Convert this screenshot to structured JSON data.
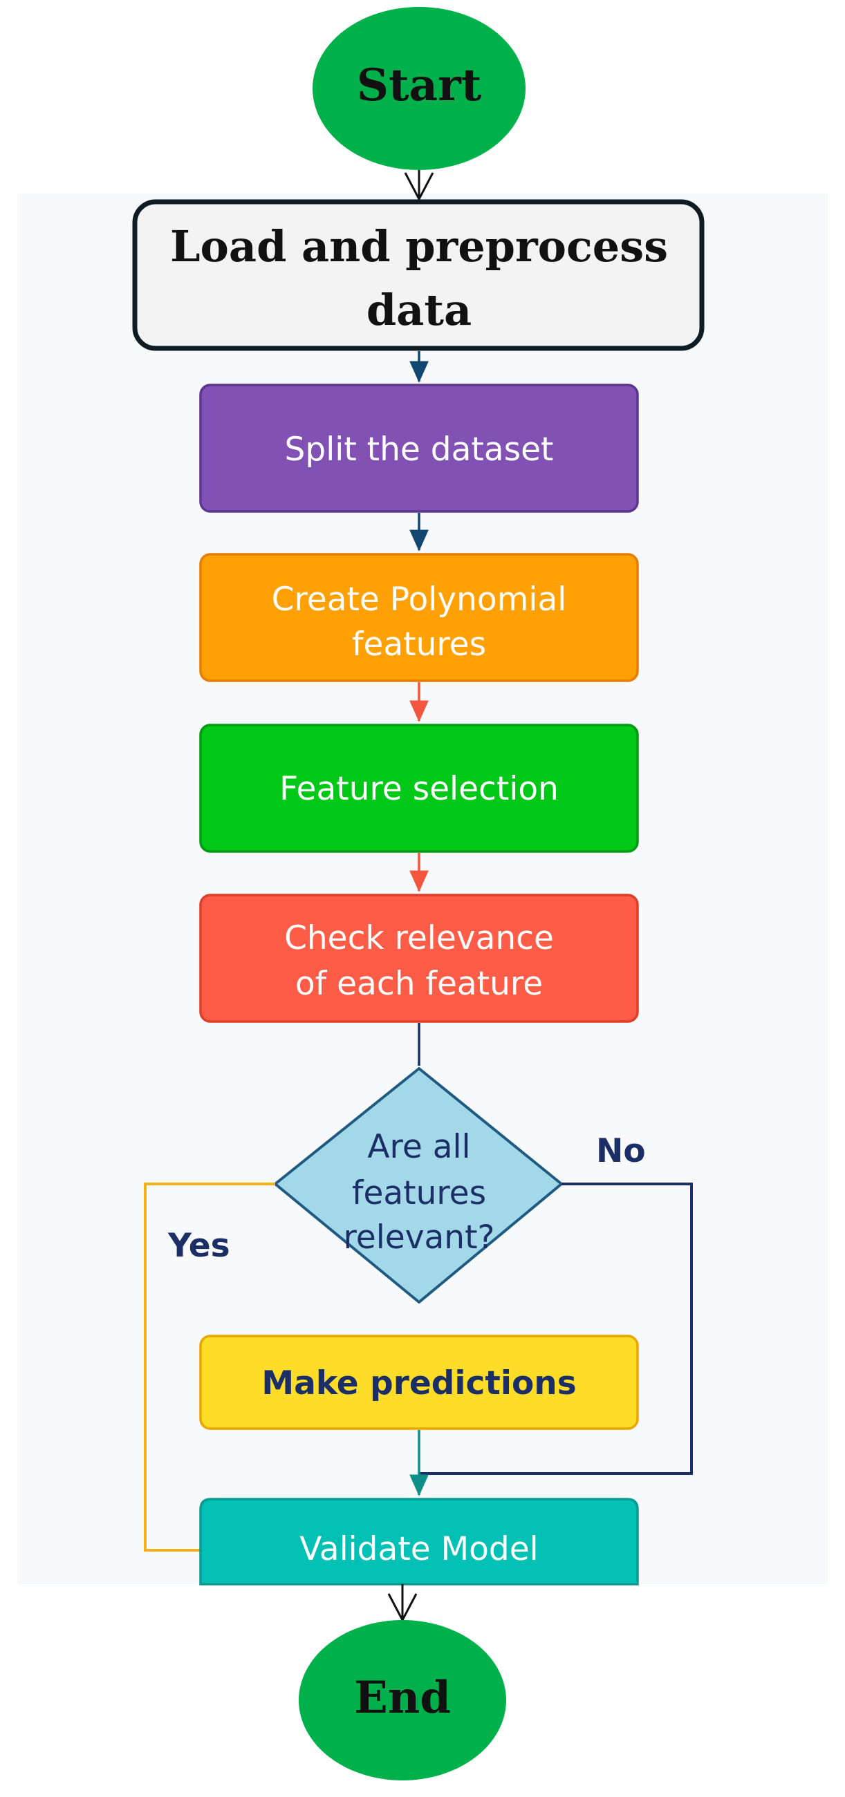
{
  "diagram": {
    "nodes": {
      "start": {
        "label": "Start",
        "shape": "ellipse",
        "fill": "#00b14b",
        "text_color": "#111111"
      },
      "load": {
        "line1": "Load and preprocess",
        "line2": "data",
        "shape": "rounded-rect",
        "fill": "#f3f3f3",
        "border": "#0f1c24",
        "text_color": "#111111"
      },
      "split": {
        "label": "Split the dataset",
        "shape": "rounded-rect",
        "fill": "#8152b4",
        "border": "#5b3690",
        "text_color": "#ffffff"
      },
      "poly": {
        "line1": "Create Polynomial",
        "line2": "features",
        "shape": "rounded-rect",
        "fill": "#ffa005",
        "border": "#e57e00",
        "text_color": "#ffffff"
      },
      "select": {
        "label": "Feature selection",
        "shape": "rounded-rect",
        "fill": "#00c817",
        "border": "#049a14",
        "text_color": "#ffffff"
      },
      "check": {
        "line1": "Check relevance",
        "line2": "of each feature",
        "shape": "rounded-rect",
        "fill": "#ff5c48",
        "border": "#e03c2a",
        "text_color": "#ffffff"
      },
      "decision": {
        "line1": "Are all",
        "line2": "features",
        "line3": "relevant?",
        "shape": "diamond",
        "fill": "#a3d8e8",
        "border": "#1e5a82",
        "text_color": "#1b2f66"
      },
      "predict": {
        "label": "Make predictions",
        "shape": "rounded-rect",
        "fill": "#fddd27",
        "border": "#e8a600",
        "text_color": "#1b2f66"
      },
      "validate": {
        "label": "Validate Model",
        "shape": "rounded-rect",
        "fill": "#00c1b4",
        "border": "#0a9b91",
        "text_color": "#ffffff"
      },
      "end": {
        "label": "End",
        "shape": "ellipse",
        "fill": "#00b14b",
        "text_color": "#111111"
      }
    },
    "branches": {
      "yes": {
        "label": "Yes",
        "color": "#1b2f66",
        "line_color": "#f2b01b"
      },
      "no": {
        "label": "No",
        "color": "#1b2f66",
        "line_color": "#1b2f66"
      }
    },
    "connector_colors": {
      "navy": "#12476f",
      "coral": "#f2563f",
      "teal": "#0f8f8a",
      "black": "#111111"
    },
    "backdrop": "#f8f9fa"
  }
}
